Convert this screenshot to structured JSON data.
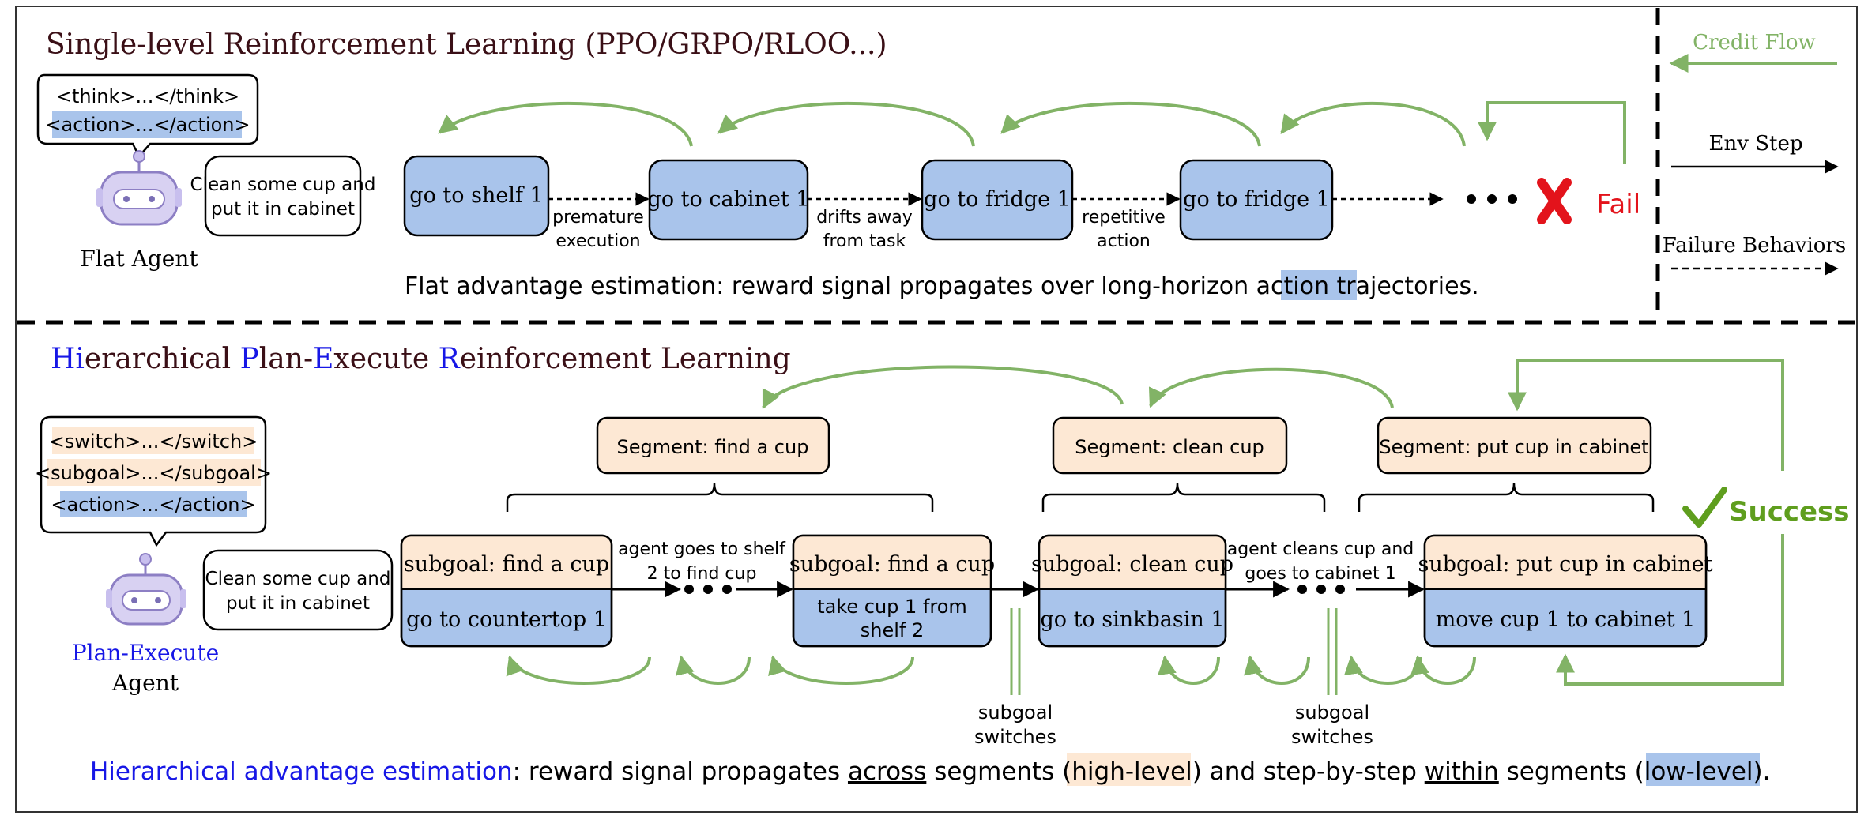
{
  "top": {
    "title": "Single-level Reinforcement Learning (PPO/GRPO/RLOO...)",
    "bubble": {
      "line1": "<think>...</think>",
      "line2": "<action>...</action>"
    },
    "agent_label": "Flat Agent",
    "task": {
      "line1": "Clean some cup and",
      "line2": "put it in cabinet"
    },
    "steps": [
      "go to shelf 1",
      "go to cabinet 1",
      "go to fridge 1",
      "go to fridge 1"
    ],
    "failures": [
      {
        "line1": "premature",
        "line2": "execution"
      },
      {
        "line1": "drifts away",
        "line2": "from task"
      },
      {
        "line1": "repetitive",
        "line2": "action"
      }
    ],
    "fail_label": "Fail",
    "caption": {
      "before": "Flat advantage estimation: reward signal propagates over long-horizon ",
      "highlight": "action",
      "after": " trajectories."
    }
  },
  "legend": {
    "credit_flow": "Credit Flow",
    "env_step": "Env Step",
    "failure_behaviors": "Failure Behaviors"
  },
  "bottom": {
    "title": {
      "p1a": "Hi",
      "p1b": "erarchical ",
      "p2a": "P",
      "p2b": "lan-",
      "p3a": "E",
      "p3b": "xecute ",
      "p4a": "R",
      "p4b": "einforcement Learning"
    },
    "bubble": {
      "line1": "<switch>...</switch>",
      "line2": "<subgoal>...</subgoal>",
      "line3": "<action>...</action>"
    },
    "agent_label1": "Plan-Execute",
    "agent_label2": "Agent",
    "task": {
      "line1": "Clean some cup and",
      "line2": "put it in cabinet"
    },
    "segments": [
      "Segment: find a cup",
      "Segment: clean cup",
      "Segment: put cup in cabinet"
    ],
    "steps": [
      {
        "subgoal": "subgoal: find a cup",
        "action1": "go to countertop 1",
        "action2": ""
      },
      {
        "subgoal": "subgoal: find a cup",
        "action1": "take cup 1 from",
        "action2": "shelf 2"
      },
      {
        "subgoal": "subgoal: clean cup",
        "action1": "go to sinkbasin 1",
        "action2": ""
      },
      {
        "subgoal": "subgoal: put cup in cabinet",
        "action1": "move cup 1 to cabinet 1",
        "action2": ""
      }
    ],
    "notes": [
      {
        "line1": "agent goes to shelf",
        "line2": "2 to find cup"
      },
      {
        "line1": "agent cleans cup and",
        "line2": "goes to cabinet 1"
      }
    ],
    "switch_label": {
      "line1": "subgoal",
      "line2": "switches"
    },
    "success_label": "Success",
    "caption": {
      "p1": "Hierarchical advantage estimation",
      "p2": ": reward signal propagates ",
      "p3": "across",
      "p4": " segments (",
      "p5": "high-level",
      "p6": ") and step-by-step ",
      "p7": "within",
      "p8": " segments (",
      "p9": "low-level",
      "p10": ")."
    }
  },
  "colors": {
    "action_blue": "#a9c4eb",
    "subgoal_peach": "#fde8d4",
    "credit_green": "#82b366",
    "fail_red": "#e3131b",
    "success_green": "#5f9e1e",
    "title_dark": "#3a0f16",
    "hier_blue": "#1717e6"
  }
}
